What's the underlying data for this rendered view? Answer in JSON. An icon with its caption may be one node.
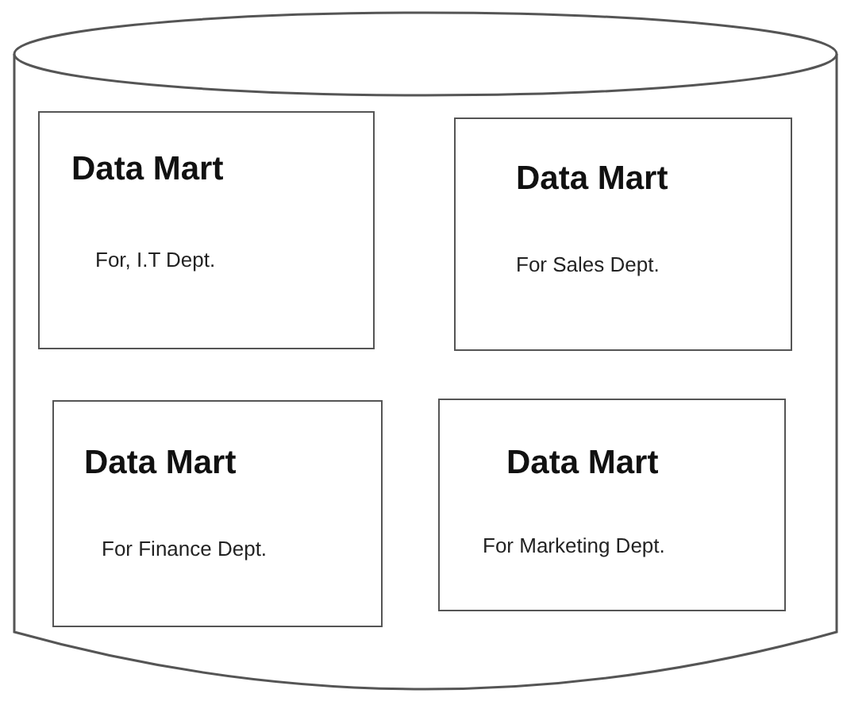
{
  "diagram": {
    "nodes": [
      {
        "text": [],
        "shape": "cylinder"
      },
      {
        "text": [
          "Data Mart",
          "For, I.T Dept."
        ],
        "in": 0
      },
      {
        "text": [
          "Data Mart",
          "For Sales Dept."
        ],
        "in": 0
      },
      {
        "text": [
          "Data Mart",
          "For Finance Dept."
        ],
        "in": 0
      },
      {
        "text": [
          "Data Mart",
          "For Marketing Dept."
        ],
        "in": 0
      }
    ]
  }
}
